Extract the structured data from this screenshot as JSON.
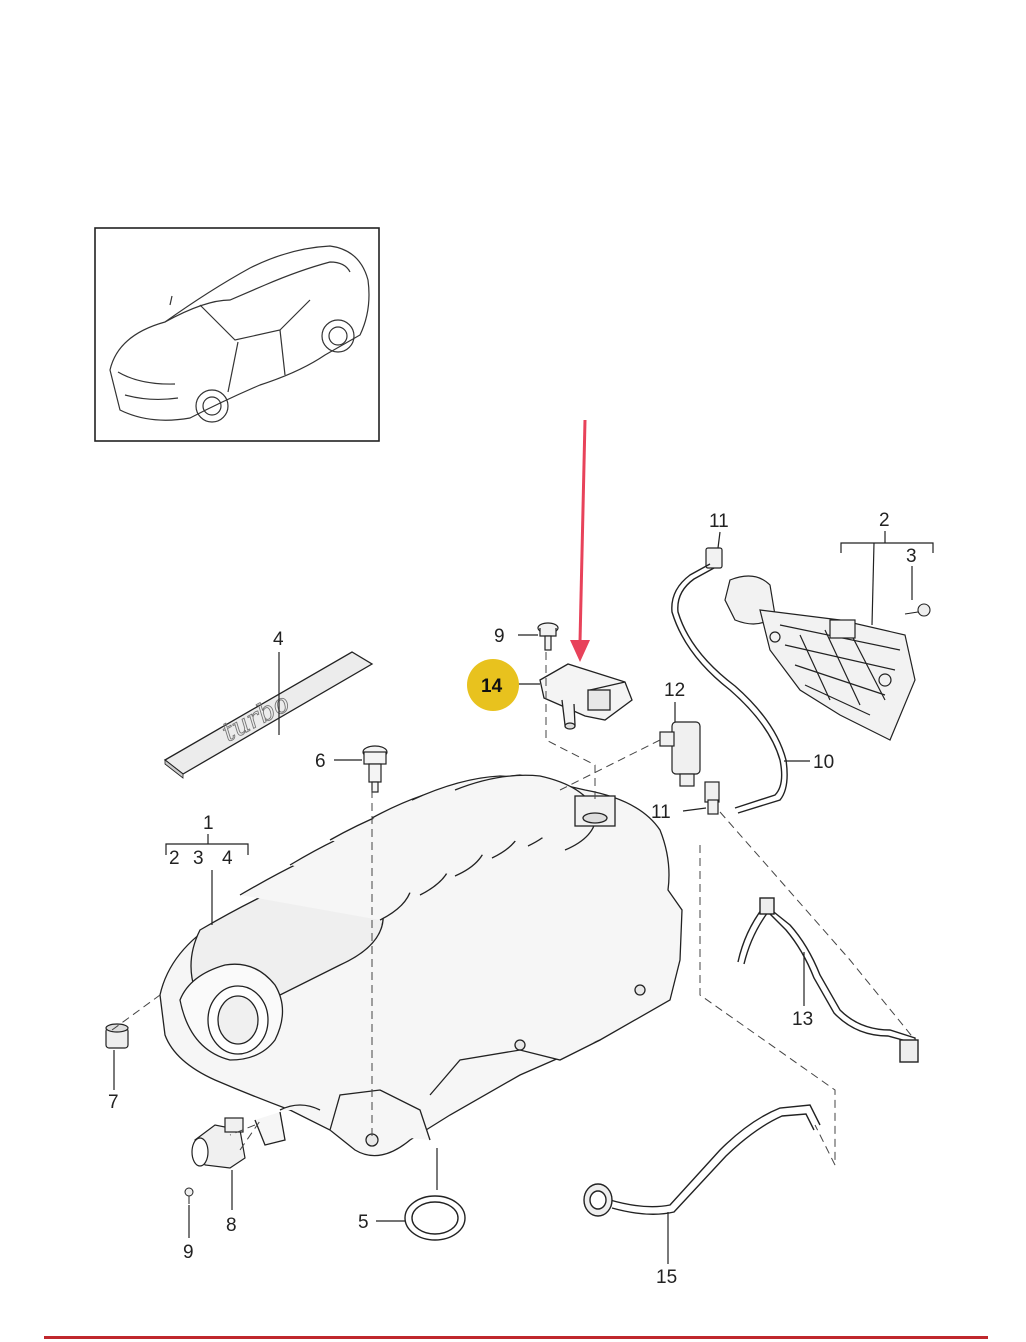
{
  "labels": {
    "l1": "1",
    "l1_sub2": "2",
    "l1_sub3": "3",
    "l1_sub4": "4",
    "l2": "2",
    "l3": "3",
    "l4": "4",
    "l5": "5",
    "l6": "6",
    "l7": "7",
    "l8": "8",
    "l9_top": "9",
    "l9_bottom": "9",
    "l10": "10",
    "l11_top": "11",
    "l11_mid": "11",
    "l12": "12",
    "l13": "13",
    "l14": "14",
    "l15": "15"
  },
  "strip_logo_text": "turbo",
  "colors": {
    "highlight": "#e8c21e",
    "arrow": "#e8425a",
    "footer_line": "#c0272d",
    "line": "#222222"
  }
}
